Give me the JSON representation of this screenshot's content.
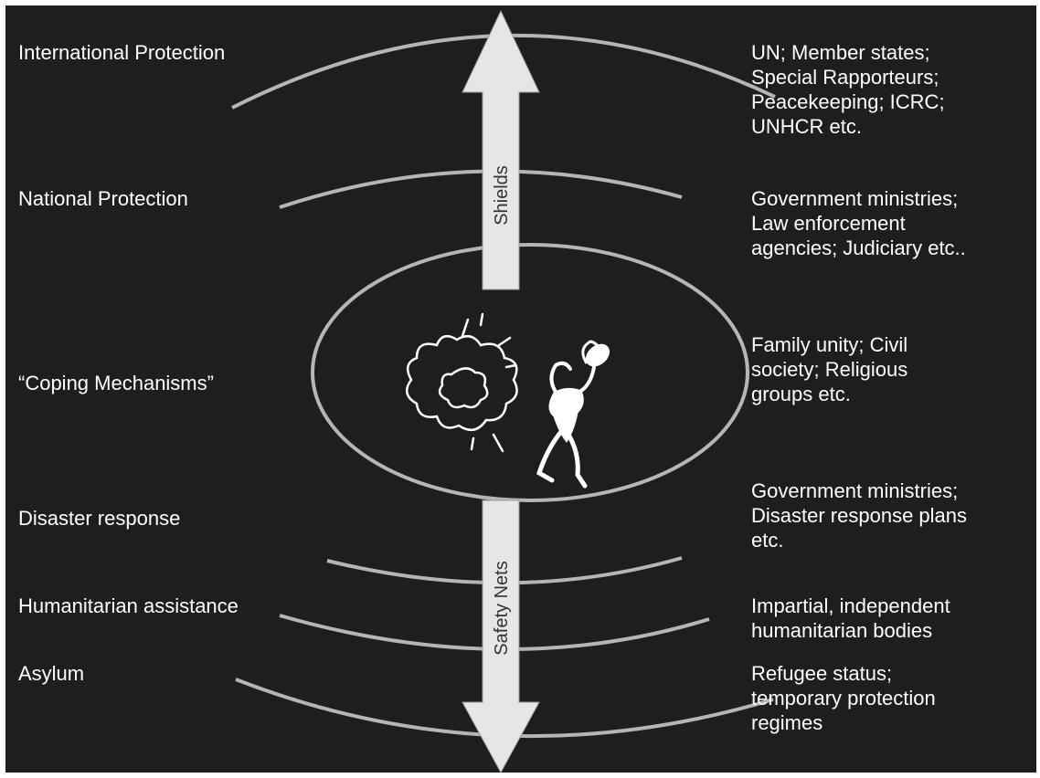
{
  "levels": [
    {
      "label": "International Protection",
      "actors": "UN; Member states;\nSpecial Rapporteurs;\nPeacekeeping;  ICRC;\nUNHCR etc."
    },
    {
      "label": "National Protection",
      "actors": "Government ministries;\nLaw enforcement\nagencies; Judiciary etc.."
    },
    {
      "label": "“Coping Mechanisms”",
      "actors": "Family unity; Civil\nsociety; Religious\ngroups etc."
    },
    {
      "label": "Disaster response",
      "actors": "Government ministries;\nDisaster response plans\netc."
    },
    {
      "label": "Humanitarian assistance",
      "actors": "Impartial, independent\nhumanitarian bodies"
    },
    {
      "label": "Asylum",
      "actors": "Refugee status;\ntemporary protection\nregimes"
    }
  ],
  "arrows": {
    "up_label": "Shields",
    "down_label": "Safety Nets"
  },
  "center_icon": "stressed-person-figure"
}
